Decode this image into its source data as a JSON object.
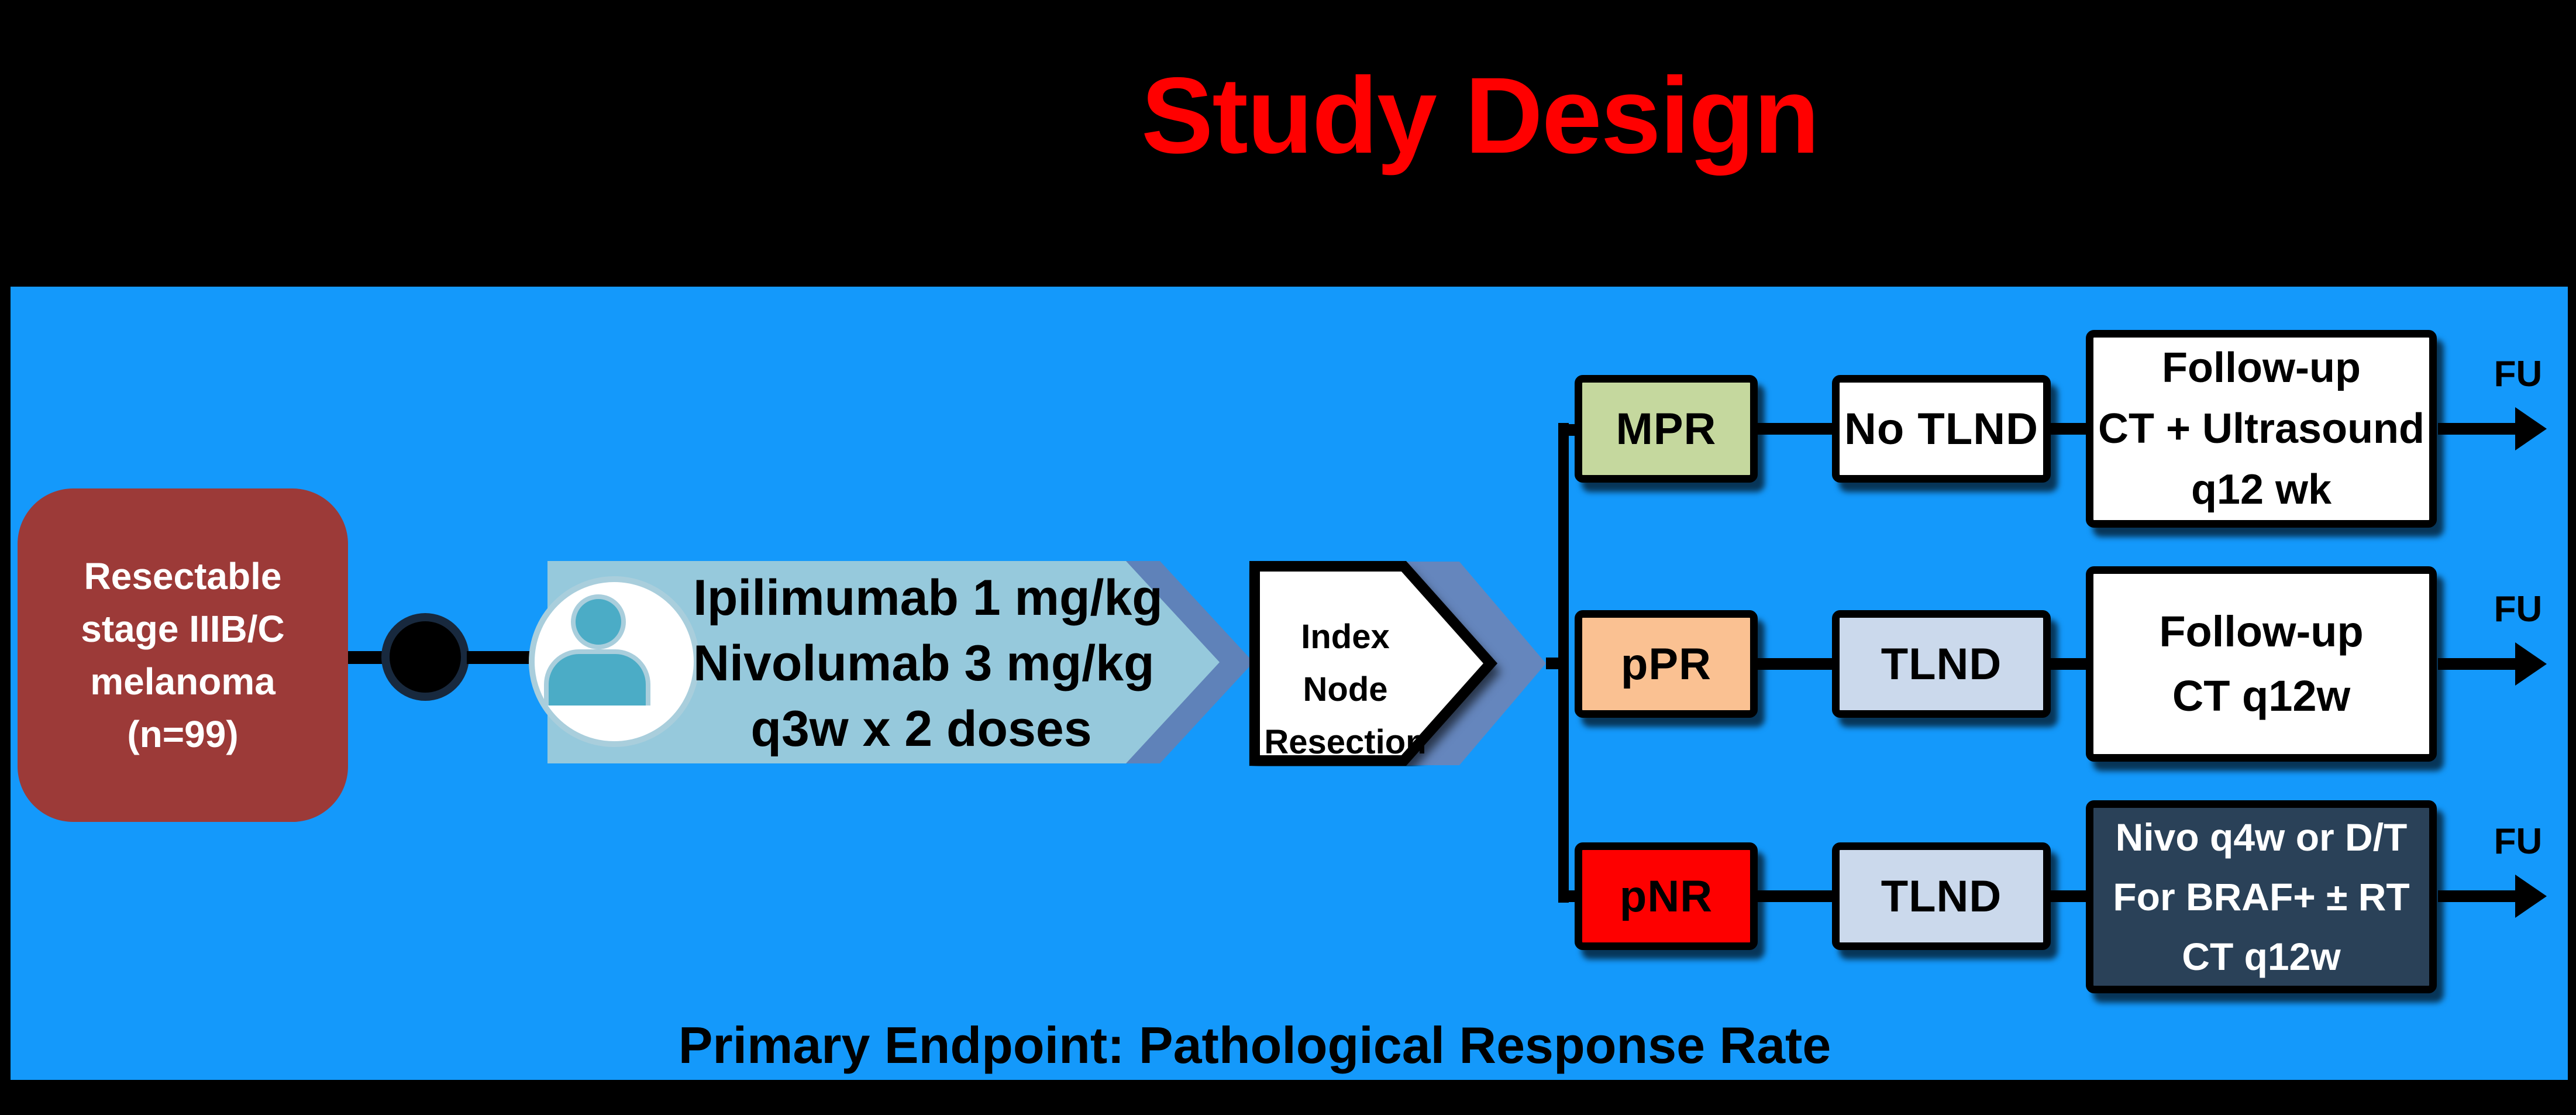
{
  "title": "Study Design",
  "colors": {
    "background": "#000000",
    "panel_blue": "#1499FB",
    "title_red": "#FF0000",
    "cohort_fill": "#9C3A38",
    "pill_fill": "#96C9DC",
    "pill_chevron": "#5F82B9",
    "person_teal": "#4BACC6",
    "person_ring": "#A9CEDC",
    "index_chevron": "#6586BD",
    "mpr_fill": "#C5D89E",
    "ppr_fill": "#FAC192",
    "pnr_fill": "#FE0000",
    "tlnd_fill": "#CBD9EC",
    "navy_fill": "#2A4158",
    "line_black": "#000000"
  },
  "cohort": {
    "lines": [
      "Resectable",
      "stage IIIB/C",
      "melanoma",
      "(n=99)"
    ]
  },
  "treatment": {
    "lines": [
      "Ipilimumab 1 mg/kg",
      "Nivolumab 3 mg/kg",
      "q3w x 2 doses"
    ]
  },
  "resection": {
    "lines": [
      "Index Node",
      "Resection"
    ]
  },
  "rows": [
    {
      "outcome": "MPR",
      "surgery": "No TLND",
      "followup": [
        "Follow-up",
        "CT + Ultrasound",
        "q12 wk"
      ],
      "fu_label": "FU"
    },
    {
      "outcome": "pPR",
      "surgery": "TLND",
      "followup": [
        "Follow-up",
        "CT q12w"
      ],
      "fu_label": "FU"
    },
    {
      "outcome": "pNR",
      "surgery": "TLND",
      "followup": [
        "Nivo q4w or D/T",
        "For BRAF+ ± RT",
        "CT q12w"
      ],
      "fu_label": "FU"
    }
  ],
  "footer": "Primary Endpoint: Pathological Response Rate"
}
